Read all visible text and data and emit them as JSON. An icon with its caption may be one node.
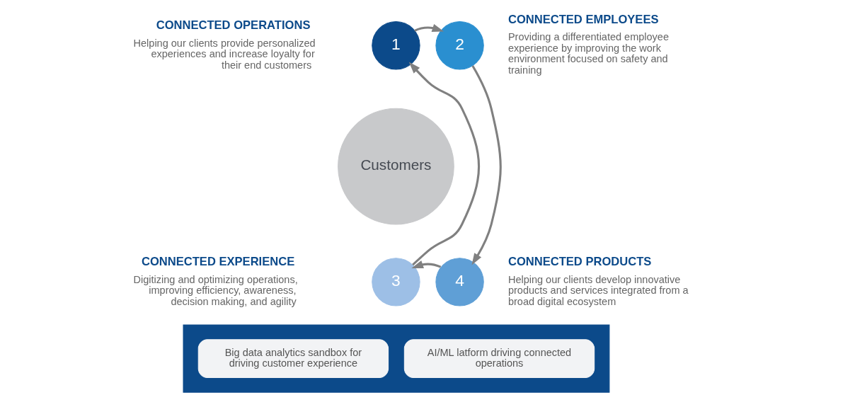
{
  "diagram": {
    "nodes": [
      {
        "text": [
          "Customers"
        ]
      },
      {
        "text": [
          "1"
        ],
        "beside": [
          "CONNECTED OPERATIONS",
          "Helping our clients provide personalized experiences and increase loyalty for their end customers"
        ]
      },
      {
        "text": [
          "2"
        ],
        "beside": [
          "CONNECTED EMPLOYEES",
          "Providing a differentiated employee experience by improving the work environment focused on safety and training"
        ]
      },
      {
        "text": [
          "3"
        ],
        "beside": [
          "CONNECTED EXPERIENCE",
          "Digitizing and optimizing operations, improving efficiency, awareness, decision making, and agility"
        ]
      },
      {
        "text": [
          "4"
        ],
        "beside": [
          "CONNECTED PRODUCTS",
          "Helping our clients develop innovative products and services integrated from a broad digital ecosystem"
        ]
      },
      {
        "text": [],
        "shape": "box"
      },
      {
        "text": [
          "Big data analytics sandbox for driving customer experience"
        ],
        "in": 5
      },
      {
        "text": [
          "AI/ML latform driving connected operations"
        ],
        "in": 5
      }
    ],
    "edges": [
      {
        "from": 1,
        "to": 2,
        "arrow": "to"
      },
      {
        "from": 2,
        "to": 4,
        "arrow": "to"
      },
      {
        "from": 4,
        "to": 3,
        "arrow": "to"
      },
      {
        "from": 3,
        "to": 1,
        "arrow": "to"
      }
    ]
  }
}
